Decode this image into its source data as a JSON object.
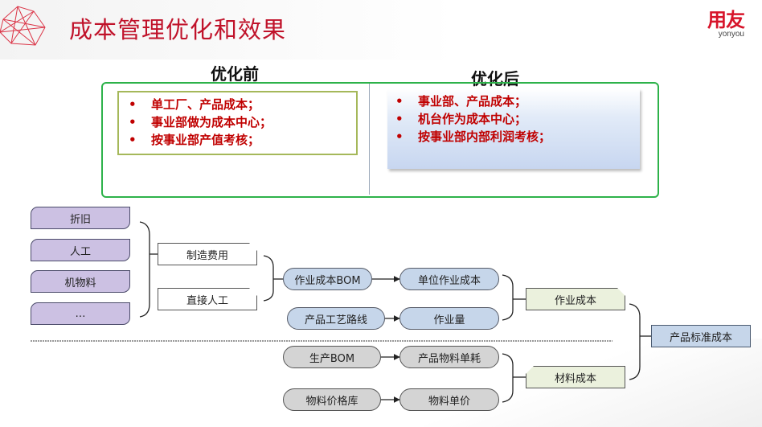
{
  "header": {
    "title": "成本管理优化和效果",
    "brand_cn": "用友",
    "brand_en": "yonyou"
  },
  "comparison": {
    "before": {
      "heading": "优化前",
      "items": [
        "单工厂、产品成本；",
        "事业部做为成本中心；",
        "按事业部产值考核；"
      ]
    },
    "after": {
      "heading": "优化后",
      "items": [
        "事业部、产品成本；",
        "机台作为成本中心；",
        "按事业部内部利润考核；"
      ]
    },
    "bullet_symbol": "•"
  },
  "flow": {
    "sources": [
      "折旧",
      "人工",
      "机物料",
      "…"
    ],
    "cost_groups": [
      "制造费用",
      "直接人工"
    ],
    "activity_row1": [
      "作业成本BOM",
      "单位作业成本"
    ],
    "activity_row2": [
      "产品工艺路线",
      "作业量"
    ],
    "activity_cost": "作业成本",
    "material_row1": [
      "生产BOM",
      "产品物料单耗"
    ],
    "material_row2": [
      "物料价格库",
      "物料单价"
    ],
    "material_cost": "材料成本",
    "final": "产品标准成本"
  },
  "colors": {
    "title_red": "#c0122a",
    "bullet_red": "#c00000",
    "frame_green": "#2db24a",
    "source_purple": "#ccc1e3",
    "node_blue": "#c6d6ea",
    "node_gray": "#d4d4d4",
    "node_green": "#ebf1dd"
  }
}
